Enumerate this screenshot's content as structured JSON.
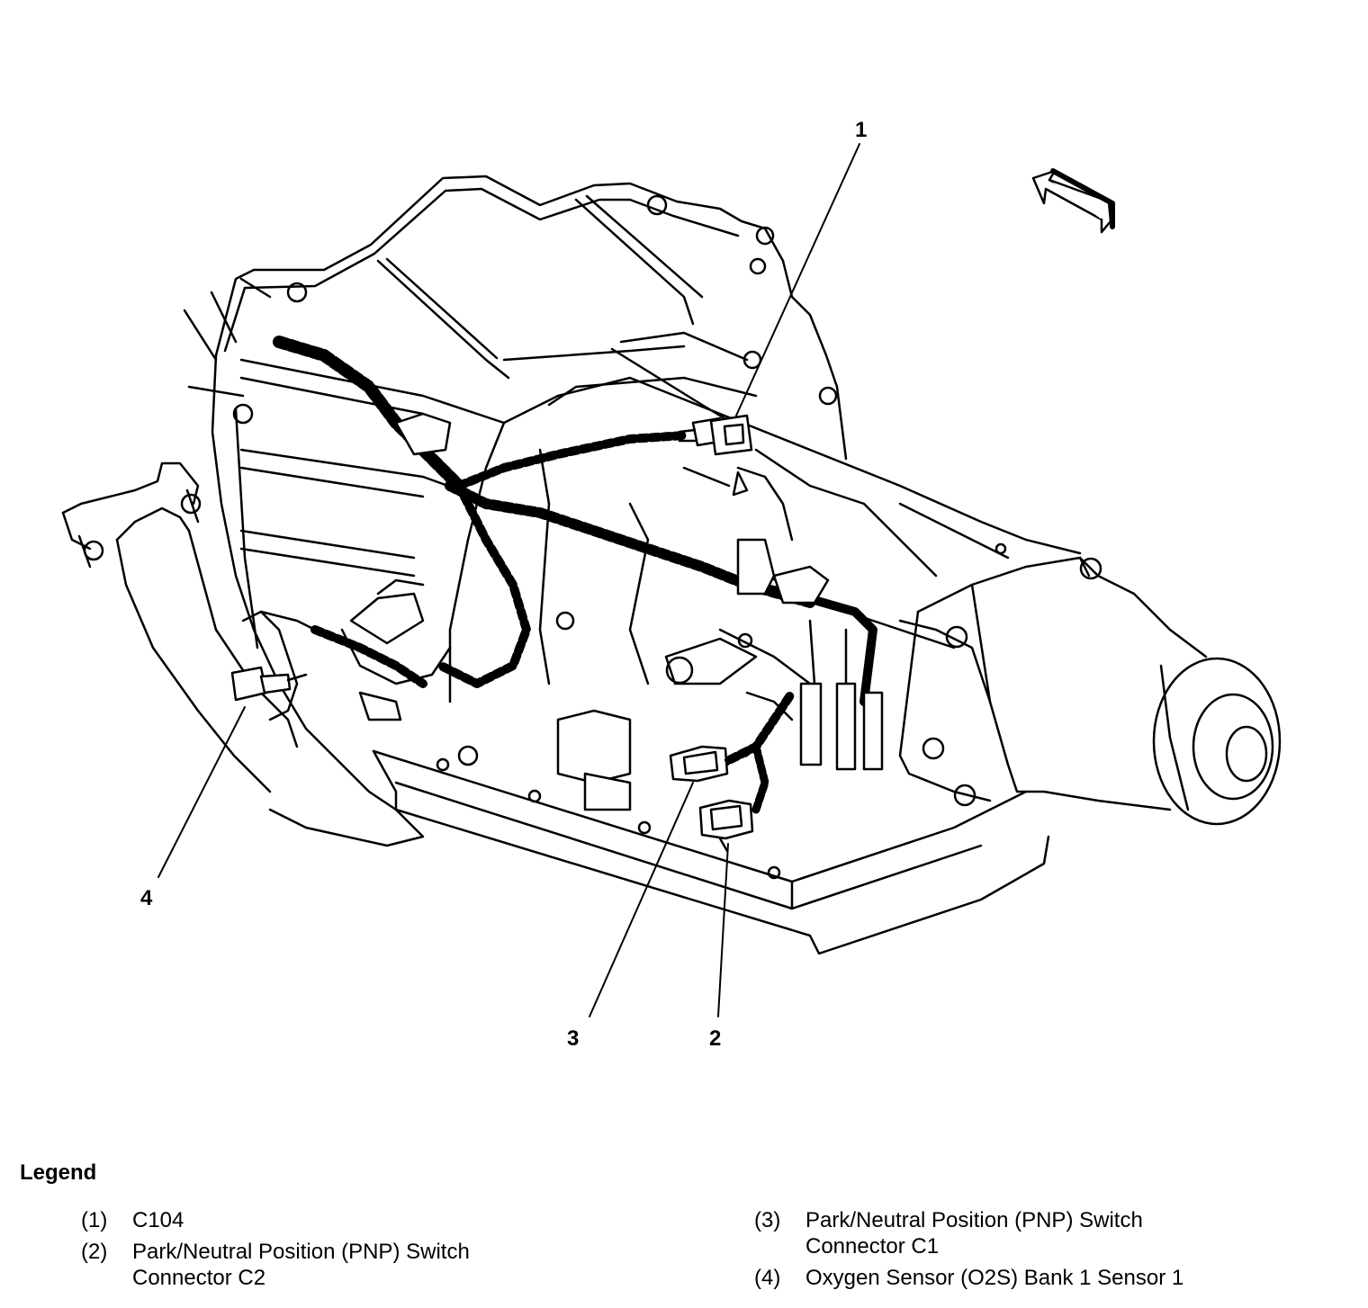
{
  "callouts": [
    "1",
    "2",
    "3",
    "4"
  ],
  "legend": {
    "title": "Legend",
    "items": [
      {
        "num": "(1)",
        "text": "C104"
      },
      {
        "num": "(2)",
        "text": "Park/Neutral Position (PNP) Switch Connector C2"
      },
      {
        "num": "(3)",
        "text": "Park/Neutral Position (PNP) Switch Connector C1"
      },
      {
        "num": "(4)",
        "text": "Oxygen Sensor (O2S) Bank 1 Sensor 1"
      }
    ]
  }
}
